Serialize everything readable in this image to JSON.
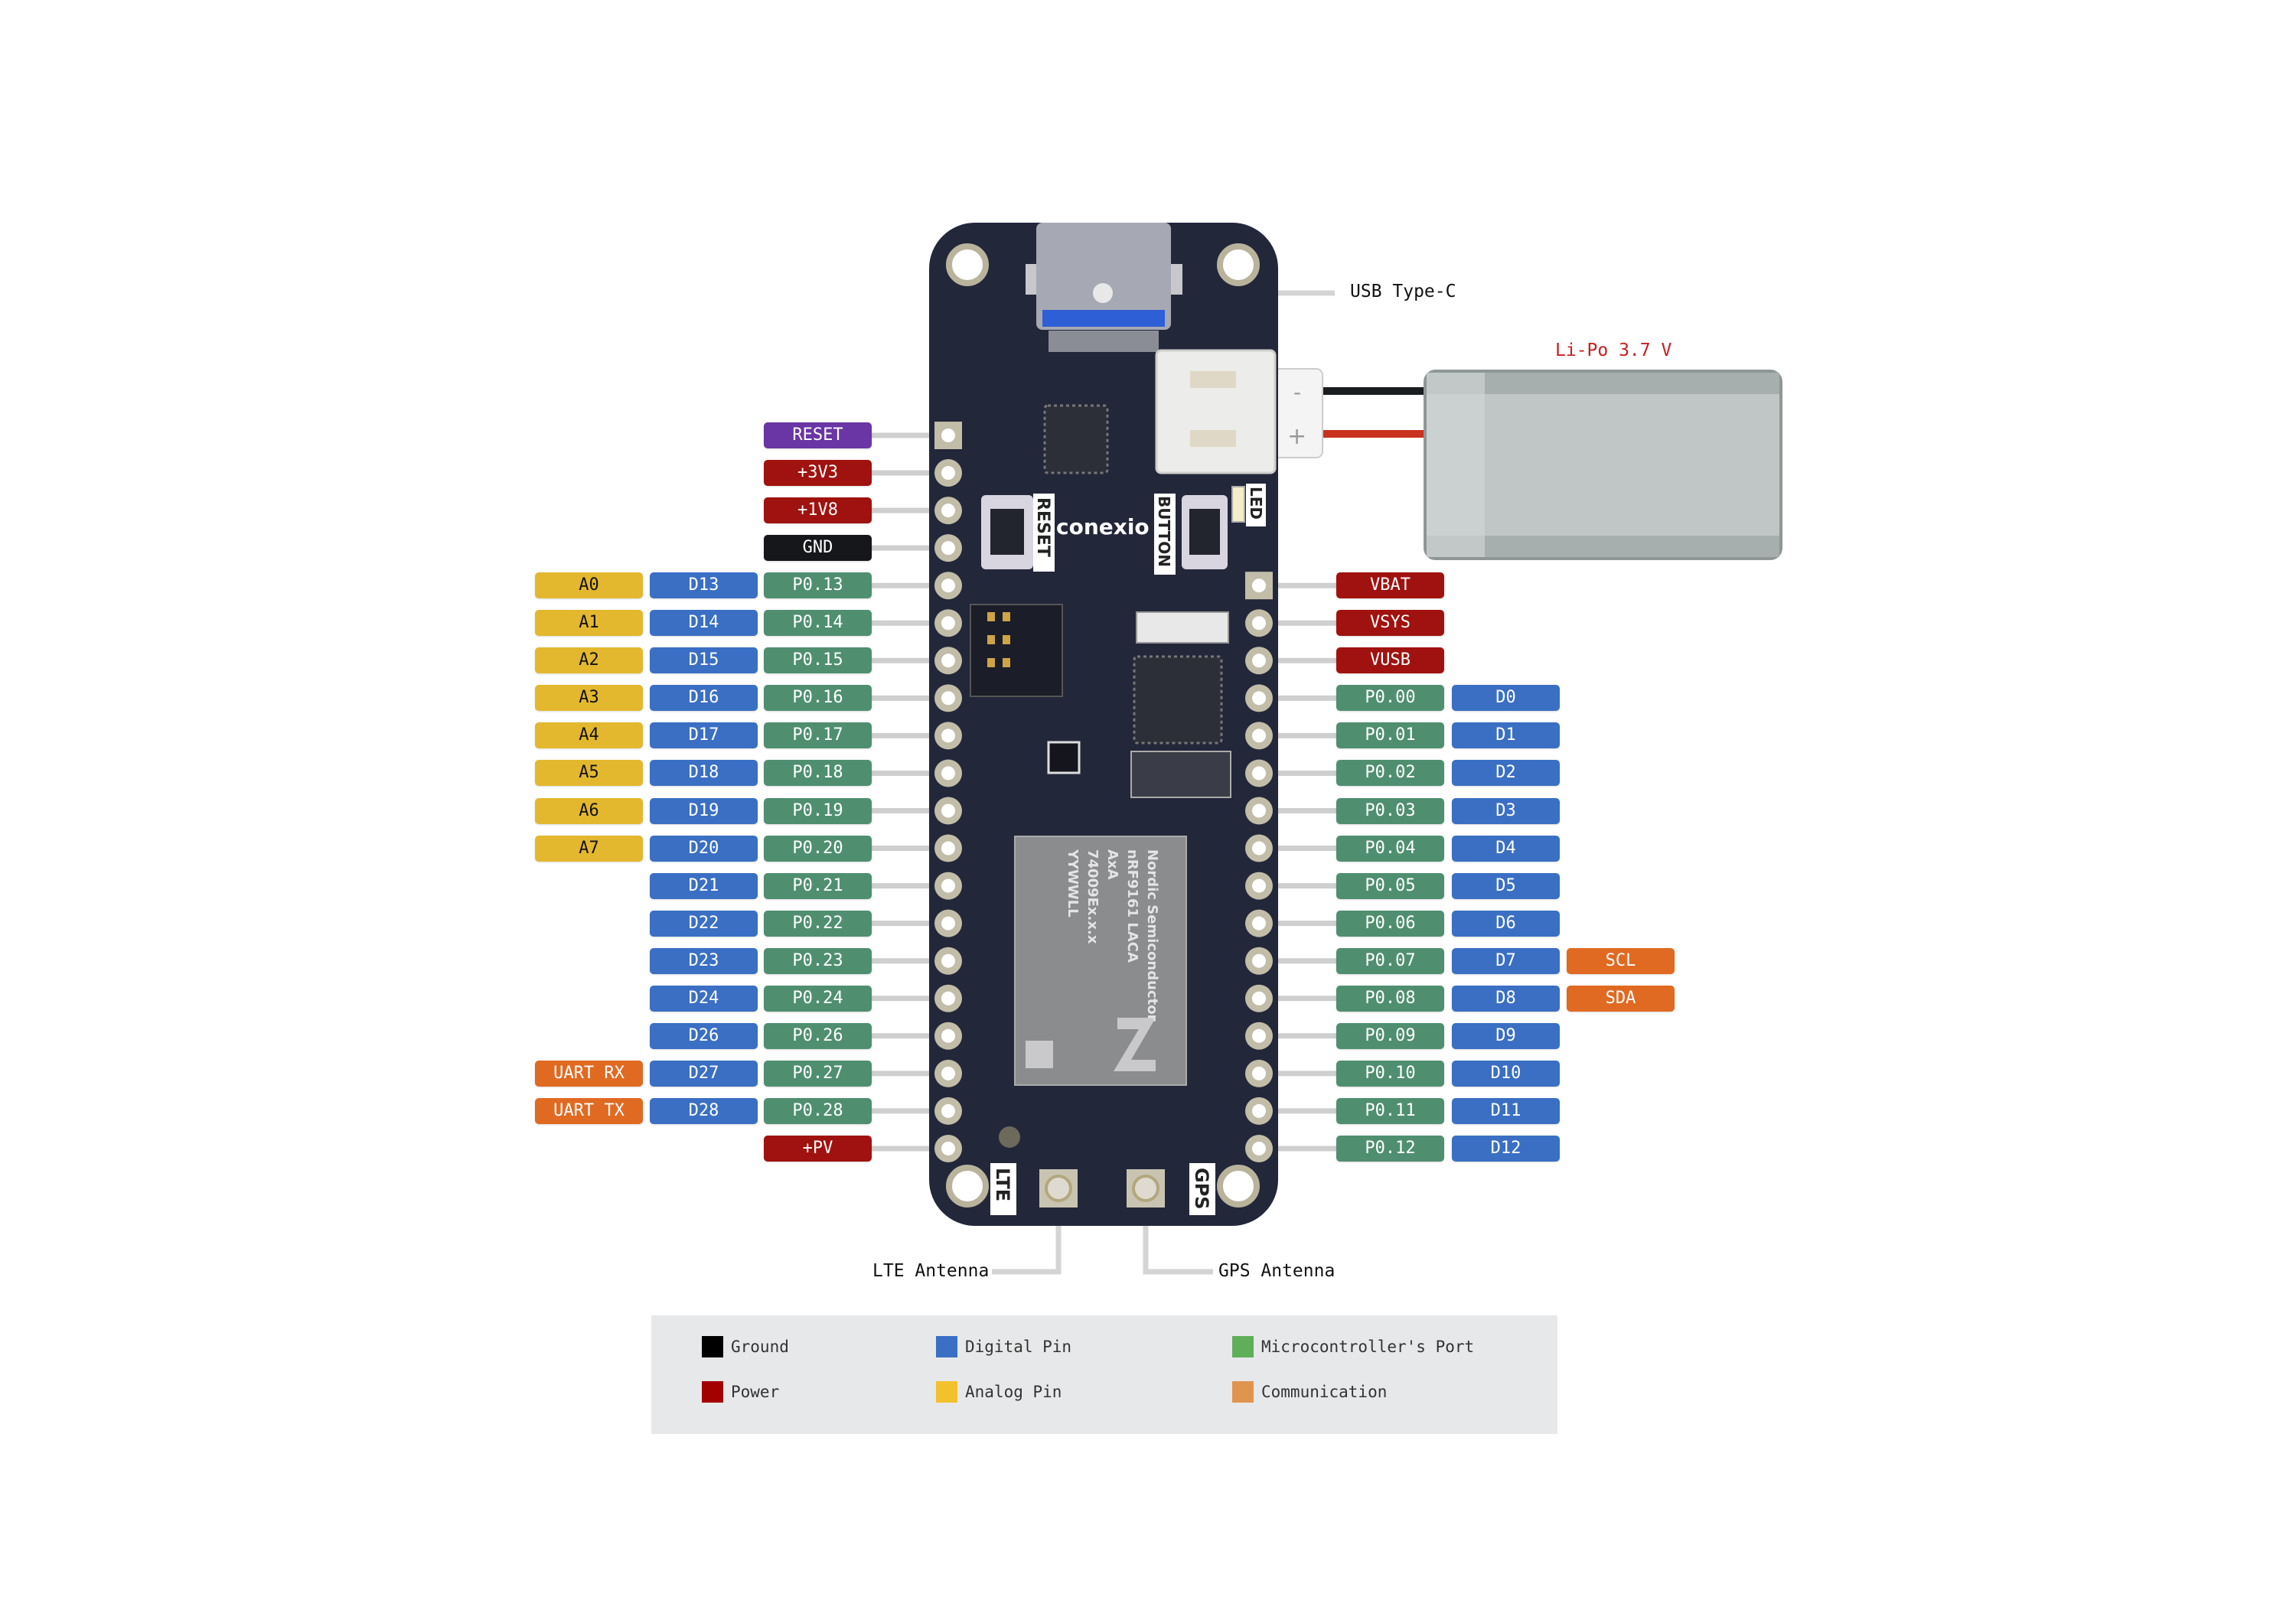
{
  "callouts": {
    "usb": "USB Type-C",
    "battery": "Li-Po 3.7 V",
    "lte_antenna": "LTE Antenna",
    "gps_antenna": "GPS Antenna"
  },
  "board_silkscreen": {
    "brand": "conexio",
    "reset": "RESET",
    "button": "BUTTON",
    "led": "LED",
    "lte": "LTE",
    "gps": "GPS",
    "battery_minus": "-",
    "battery_plus": "+",
    "module_lines": [
      "Nordic Semiconductor",
      "nRF9161 LACA",
      "AxA",
      "74009Ex.x.x",
      "YYWWLL"
    ]
  },
  "colors": {
    "ground": "#15171a",
    "power": "#a0120f",
    "reset": "#6a35a5",
    "port": "#4f8f70",
    "digital": "#3a6fc4",
    "analog": "#e3b82e",
    "comm": "#e06a22",
    "board": "#23273a",
    "battery_label": "#c81e1e"
  },
  "left_header": [
    {
      "row": 0,
      "labels": [
        {
          "text": "RESET",
          "type": "reset"
        }
      ]
    },
    {
      "row": 1,
      "labels": [
        {
          "text": "+3V3",
          "type": "power"
        }
      ]
    },
    {
      "row": 2,
      "labels": [
        {
          "text": "+1V8",
          "type": "power"
        }
      ]
    },
    {
      "row": 3,
      "labels": [
        {
          "text": "GND",
          "type": "ground"
        }
      ]
    },
    {
      "row": 4,
      "labels": [
        {
          "text": "A0",
          "type": "analog"
        },
        {
          "text": "D13",
          "type": "digital"
        },
        {
          "text": "P0.13",
          "type": "port"
        }
      ]
    },
    {
      "row": 5,
      "labels": [
        {
          "text": "A1",
          "type": "analog"
        },
        {
          "text": "D14",
          "type": "digital"
        },
        {
          "text": "P0.14",
          "type": "port"
        }
      ]
    },
    {
      "row": 6,
      "labels": [
        {
          "text": "A2",
          "type": "analog"
        },
        {
          "text": "D15",
          "type": "digital"
        },
        {
          "text": "P0.15",
          "type": "port"
        }
      ]
    },
    {
      "row": 7,
      "labels": [
        {
          "text": "A3",
          "type": "analog"
        },
        {
          "text": "D16",
          "type": "digital"
        },
        {
          "text": "P0.16",
          "type": "port"
        }
      ]
    },
    {
      "row": 8,
      "labels": [
        {
          "text": "A4",
          "type": "analog"
        },
        {
          "text": "D17",
          "type": "digital"
        },
        {
          "text": "P0.17",
          "type": "port"
        }
      ]
    },
    {
      "row": 9,
      "labels": [
        {
          "text": "A5",
          "type": "analog"
        },
        {
          "text": "D18",
          "type": "digital"
        },
        {
          "text": "P0.18",
          "type": "port"
        }
      ]
    },
    {
      "row": 10,
      "labels": [
        {
          "text": "A6",
          "type": "analog"
        },
        {
          "text": "D19",
          "type": "digital"
        },
        {
          "text": "P0.19",
          "type": "port"
        }
      ]
    },
    {
      "row": 11,
      "labels": [
        {
          "text": "A7",
          "type": "analog"
        },
        {
          "text": "D20",
          "type": "digital"
        },
        {
          "text": "P0.20",
          "type": "port"
        }
      ]
    },
    {
      "row": 12,
      "labels": [
        {
          "text": "D21",
          "type": "digital"
        },
        {
          "text": "P0.21",
          "type": "port"
        }
      ]
    },
    {
      "row": 13,
      "labels": [
        {
          "text": "D22",
          "type": "digital"
        },
        {
          "text": "P0.22",
          "type": "port"
        }
      ]
    },
    {
      "row": 14,
      "labels": [
        {
          "text": "D23",
          "type": "digital"
        },
        {
          "text": "P0.23",
          "type": "port"
        }
      ]
    },
    {
      "row": 15,
      "labels": [
        {
          "text": "D24",
          "type": "digital"
        },
        {
          "text": "P0.24",
          "type": "port"
        }
      ]
    },
    {
      "row": 16,
      "labels": [
        {
          "text": "D26",
          "type": "digital"
        },
        {
          "text": "P0.26",
          "type": "port"
        }
      ]
    },
    {
      "row": 17,
      "labels": [
        {
          "text": "UART RX",
          "type": "comm"
        },
        {
          "text": "D27",
          "type": "digital"
        },
        {
          "text": "P0.27",
          "type": "port"
        }
      ]
    },
    {
      "row": 18,
      "labels": [
        {
          "text": "UART TX",
          "type": "comm"
        },
        {
          "text": "D28",
          "type": "digital"
        },
        {
          "text": "P0.28",
          "type": "port"
        }
      ]
    },
    {
      "row": 19,
      "labels": [
        {
          "text": "+PV",
          "type": "power"
        }
      ]
    }
  ],
  "right_header": [
    {
      "row": 4,
      "labels": [
        {
          "text": "VBAT",
          "type": "power"
        }
      ]
    },
    {
      "row": 5,
      "labels": [
        {
          "text": "VSYS",
          "type": "power"
        }
      ]
    },
    {
      "row": 6,
      "labels": [
        {
          "text": "VUSB",
          "type": "power"
        }
      ]
    },
    {
      "row": 7,
      "labels": [
        {
          "text": "P0.00",
          "type": "port"
        },
        {
          "text": "D0",
          "type": "digital"
        }
      ]
    },
    {
      "row": 8,
      "labels": [
        {
          "text": "P0.01",
          "type": "port"
        },
        {
          "text": "D1",
          "type": "digital"
        }
      ]
    },
    {
      "row": 9,
      "labels": [
        {
          "text": "P0.02",
          "type": "port"
        },
        {
          "text": "D2",
          "type": "digital"
        }
      ]
    },
    {
      "row": 10,
      "labels": [
        {
          "text": "P0.03",
          "type": "port"
        },
        {
          "text": "D3",
          "type": "digital"
        }
      ]
    },
    {
      "row": 11,
      "labels": [
        {
          "text": "P0.04",
          "type": "port"
        },
        {
          "text": "D4",
          "type": "digital"
        }
      ]
    },
    {
      "row": 12,
      "labels": [
        {
          "text": "P0.05",
          "type": "port"
        },
        {
          "text": "D5",
          "type": "digital"
        }
      ]
    },
    {
      "row": 13,
      "labels": [
        {
          "text": "P0.06",
          "type": "port"
        },
        {
          "text": "D6",
          "type": "digital"
        }
      ]
    },
    {
      "row": 14,
      "labels": [
        {
          "text": "P0.07",
          "type": "port"
        },
        {
          "text": "D7",
          "type": "digital"
        },
        {
          "text": "SCL",
          "type": "comm"
        }
      ]
    },
    {
      "row": 15,
      "labels": [
        {
          "text": "P0.08",
          "type": "port"
        },
        {
          "text": "D8",
          "type": "digital"
        },
        {
          "text": "SDA",
          "type": "comm"
        }
      ]
    },
    {
      "row": 16,
      "labels": [
        {
          "text": "P0.09",
          "type": "port"
        },
        {
          "text": "D9",
          "type": "digital"
        }
      ]
    },
    {
      "row": 17,
      "labels": [
        {
          "text": "P0.10",
          "type": "port"
        },
        {
          "text": "D10",
          "type": "digital"
        }
      ]
    },
    {
      "row": 18,
      "labels": [
        {
          "text": "P0.11",
          "type": "port"
        },
        {
          "text": "D11",
          "type": "digital"
        }
      ]
    },
    {
      "row": 19,
      "labels": [
        {
          "text": "P0.12",
          "type": "port"
        },
        {
          "text": "D12",
          "type": "digital"
        }
      ]
    }
  ],
  "legend": [
    {
      "label": "Ground",
      "color": "#000000"
    },
    {
      "label": "Digital Pin",
      "color": "#3a6fc4"
    },
    {
      "label": "Microcontroller's Port",
      "color": "#5fae58"
    },
    {
      "label": "Power",
      "color": "#a30000"
    },
    {
      "label": "Analog Pin",
      "color": "#f2c12e"
    },
    {
      "label": "Communication",
      "color": "#e0954e"
    }
  ]
}
